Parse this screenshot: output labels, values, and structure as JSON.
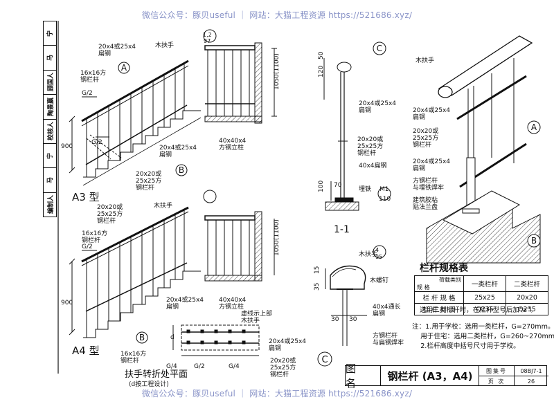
{
  "watermark": {
    "top": "微信公众号：豚贝useful ｜ 网站：大猫工程资源 https://521686.xyz/",
    "bottom": "微信公众号：豚贝useful ｜ 网站：大猫工程资源 https://521686.xyz/"
  },
  "sidebar": [
    "宁",
    "马",
    "顾国人",
    "陶景嬴",
    "校核人",
    "宁",
    "马",
    "编制人"
  ],
  "labels": {
    "a3_type": "A3 型",
    "a4_type": "A4 型",
    "wood_handrail": "木扶手",
    "flat_steel": "20x4或25x4\n扁钢",
    "square_16": "16x16方\n钢栏杆",
    "square_20": "20x20或\n25x25方\n钢栏杆",
    "g2": "G/2",
    "g4": "G/4",
    "dim_900": "900",
    "dim_1050": "1050(1100)",
    "post_40": "40x40x4\n方钢立柱",
    "detail_12_97_top": "1,2",
    "detail_12_97_bot": "97",
    "section_11": "1-1",
    "embed_plate": "埋铁",
    "m1": "M1",
    "m1_110": "110",
    "angle_40": "40x4扁钢",
    "dim_120": "120",
    "dim_50": "50",
    "dim_100": "100",
    "dim_70": "70",
    "dim_15": "15",
    "dim_35": "35",
    "dim_30": "30",
    "wood_screw": "木螺钉",
    "flat_40_long": "40x4通长\n扁钢",
    "weld_note": "方钢栏杆\n与扁钢焊牢",
    "detail_4_95_top": "4",
    "detail_4_95_bot": "95",
    "turn_plan": "扶手转折处平面",
    "turn_plan_sub": "(d按工程设计)",
    "dashed_hint": "虚线示上部\n木扶手",
    "iso_weld": "方钢栏杆\n与埋铁焊牢",
    "iso_glue": "建筑胶粘\n贴法兰盘",
    "circle_a": "A",
    "circle_b": "B",
    "circle_c": "C",
    "letter_d": "d"
  },
  "spec_table": {
    "title": "栏杆规格表",
    "corner_top": "荷载类别",
    "corner_bottom": "规 格",
    "columns": [
      "一类栏杆",
      "二类栏杆"
    ],
    "rows": [
      {
        "name": "栏 杆 规 格",
        "values": [
          "25x25",
          "20x20"
        ]
      },
      {
        "name": "栏 杆 材 质",
        "values": [
          "Q235",
          "Q235"
        ]
      }
    ]
  },
  "note_line": "选用二类栏杆时，在栏杆型号后加“a”。",
  "notes": "注：1.用于学校：选用一类栏杆，G=270mm。\n    用于住宅：选用二类栏杆，G=260~270mm\n    2.栏杆高度中括号尺寸用于学校。",
  "title_block": {
    "label": "图 名",
    "title": "钢栏杆 (A3，A4)",
    "atlas_key": "图集号",
    "atlas_val": "08BJ7-1",
    "page_key": "页 次",
    "page_val": "26"
  }
}
